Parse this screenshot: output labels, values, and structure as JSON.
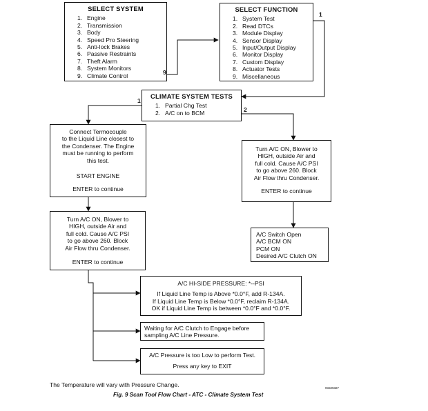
{
  "select_system": {
    "title": "SELECT SYSTEM",
    "items": [
      {
        "n": "1.",
        "label": "Engine"
      },
      {
        "n": "2.",
        "label": "Transmission"
      },
      {
        "n": "3.",
        "label": "Body"
      },
      {
        "n": "4.",
        "label": "Speed Pro Steering"
      },
      {
        "n": "5.",
        "label": "Anti-lock Brakes"
      },
      {
        "n": "6.",
        "label": "Passive Restraints"
      },
      {
        "n": "7.",
        "label": "Theft Alarm"
      },
      {
        "n": "8.",
        "label": "System Monitors"
      },
      {
        "n": "9.",
        "label": "Climate Control"
      }
    ],
    "path_tag": "9"
  },
  "select_function": {
    "title": "SELECT FUNCTION",
    "items": [
      {
        "n": "1.",
        "label": "System Test"
      },
      {
        "n": "2.",
        "label": "Read DTCs"
      },
      {
        "n": "3.",
        "label": "Module Display"
      },
      {
        "n": "4.",
        "label": "Sensor Display"
      },
      {
        "n": "5.",
        "label": "Input/Output Display"
      },
      {
        "n": "6.",
        "label": "Monitor Display"
      },
      {
        "n": "7.",
        "label": "Custom Display"
      },
      {
        "n": "8.",
        "label": "Actuator Tests"
      },
      {
        "n": "9.",
        "label": "Miscellaneous"
      }
    ],
    "path_tag": "1"
  },
  "climate_tests": {
    "title": "CLIMATE SYSTEM TESTS",
    "items": [
      {
        "n": "1.",
        "label": "Partial Chg Test"
      },
      {
        "n": "2.",
        "label": "A/C on to BCM"
      }
    ],
    "tag_left": "1",
    "tag_right": "2"
  },
  "connect_box": {
    "lines": [
      "Connect Termocouple",
      "to the Liquid Line closest to",
      "the Condenser.  The Engine",
      "must be running to perform",
      "this test."
    ],
    "start": "START ENGINE",
    "enter": "ENTER to continue"
  },
  "turn_on_left": {
    "lines": [
      "Turn A/C ON, Blower to",
      "HIGH, outside Air and",
      "full cold.  Cause A/C PSI",
      "to go above 260.  Block",
      "Air Flow thru Condenser."
    ],
    "enter": "ENTER to continue"
  },
  "turn_on_right": {
    "lines": [
      "Turn A/C ON, Blower to",
      "HIGH, outside Air and",
      "full cold.  Cause A/C PSI",
      "to go above 260.  Block",
      "Air Flow thru Condenser."
    ],
    "enter": "ENTER to continue"
  },
  "status_box": {
    "lines": [
      "A/C Switch Open",
      "A/C BCM ON",
      "PCM ON",
      "Desired A/C Clutch ON"
    ]
  },
  "hi_side": {
    "title": "A/C HI-SIDE PRESSURE:  *--PSI",
    "lines": [
      "If Liquid Line Temp is Above *0.0°F, add R-134A.",
      "If Liquid Line Temp is Below *0.0°F, reclaim R-134A.",
      "OK if Liquid Line Temp is between *0.0°F and *0.0°F."
    ]
  },
  "waiting": {
    "lines": [
      "Waiting for A/C Clutch to Engage before",
      "sampling A/C Line Pressure."
    ]
  },
  "too_low": {
    "line": "A/C Pressure is too Low to perform Test.",
    "exit": "Press any key to EXIT"
  },
  "footnote": "The Temperature will vary with Pressure Change.",
  "caption": "Fig. 9 Scan Tool Flow Chart - ATC - Climate System Test",
  "code": "00a09a87"
}
